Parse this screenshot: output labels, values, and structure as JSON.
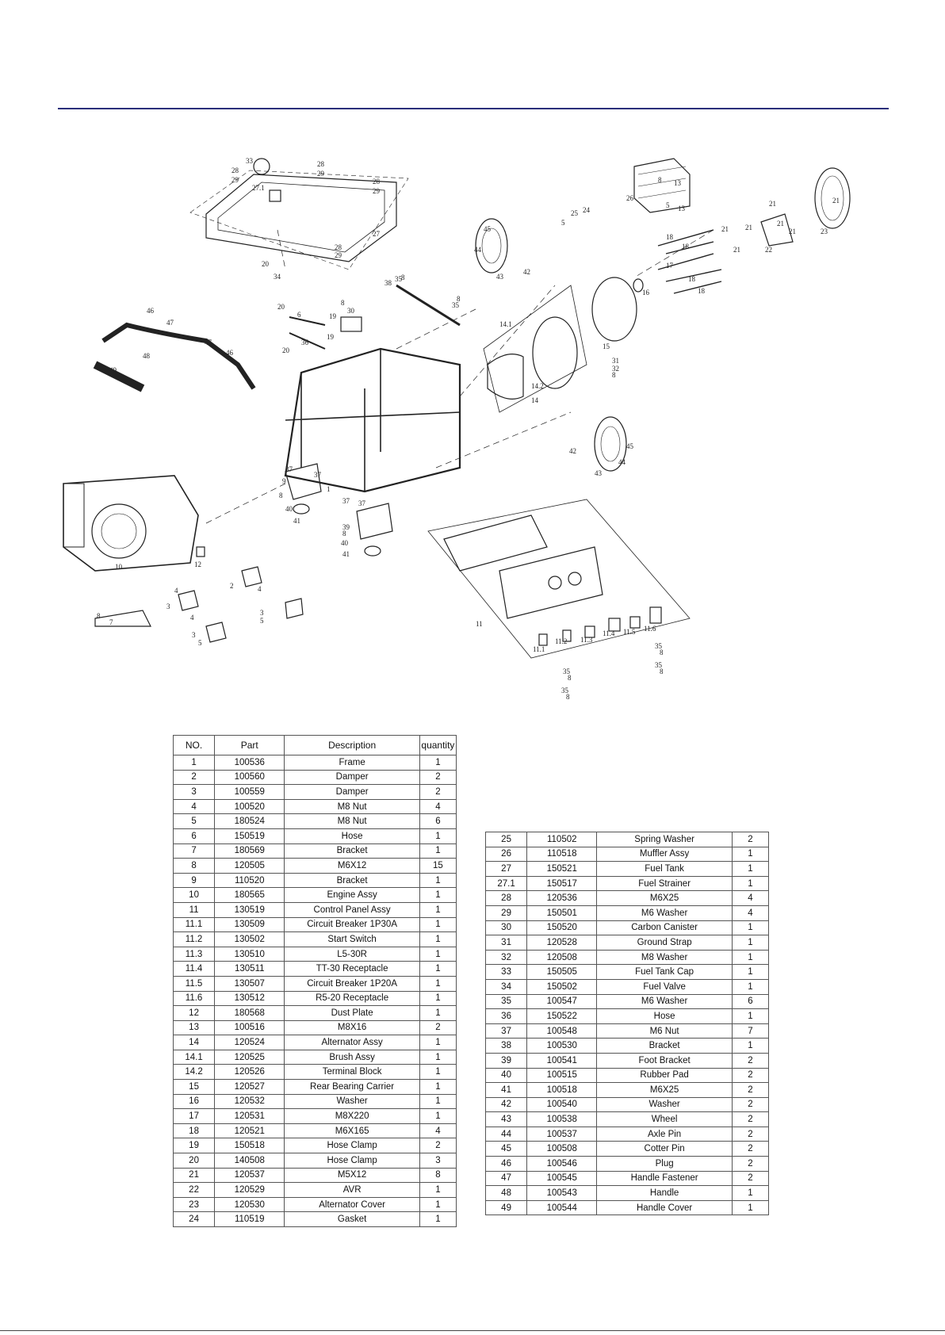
{
  "table_left": {
    "headers": [
      "NO.",
      "Part",
      "Description",
      "quantity"
    ],
    "rows": [
      [
        "1",
        "100536",
        "Frame",
        "1"
      ],
      [
        "2",
        "100560",
        "Damper",
        "2"
      ],
      [
        "3",
        "100559",
        "Damper",
        "2"
      ],
      [
        "4",
        "100520",
        "M8 Nut",
        "4"
      ],
      [
        "5",
        "180524",
        "M8 Nut",
        "6"
      ],
      [
        "6",
        "150519",
        "Hose",
        "1"
      ],
      [
        "7",
        "180569",
        "Bracket",
        "1"
      ],
      [
        "8",
        "120505",
        "M6X12",
        "15"
      ],
      [
        "9",
        "110520",
        "Bracket",
        "1"
      ],
      [
        "10",
        "180565",
        "Engine Assy",
        "1"
      ],
      [
        "11",
        "130519",
        "Control Panel Assy",
        "1"
      ],
      [
        "11.1",
        "130509",
        "Circuit Breaker 1P30A",
        "1"
      ],
      [
        "11.2",
        "130502",
        "Start Switch",
        "1"
      ],
      [
        "11.3",
        "130510",
        "L5-30R",
        "1"
      ],
      [
        "11.4",
        "130511",
        "TT-30 Receptacle",
        "1"
      ],
      [
        "11.5",
        "130507",
        "Circuit Breaker 1P20A",
        "1"
      ],
      [
        "11.6",
        "130512",
        "R5-20 Receptacle",
        "1"
      ],
      [
        "12",
        "180568",
        "Dust Plate",
        "1"
      ],
      [
        "13",
        "100516",
        "M8X16",
        "2"
      ],
      [
        "14",
        "120524",
        "Alternator Assy",
        "1"
      ],
      [
        "14.1",
        "120525",
        "Brush Assy",
        "1"
      ],
      [
        "14.2",
        "120526",
        "Terminal Block",
        "1"
      ],
      [
        "15",
        "120527",
        "Rear Bearing Carrier",
        "1"
      ],
      [
        "16",
        "120532",
        "Washer",
        "1"
      ],
      [
        "17",
        "120531",
        "M8X220",
        "1"
      ],
      [
        "18",
        "120521",
        "M6X165",
        "4"
      ],
      [
        "19",
        "150518",
        "Hose Clamp",
        "2"
      ],
      [
        "20",
        "140508",
        "Hose Clamp",
        "3"
      ],
      [
        "21",
        "120537",
        "M5X12",
        "8"
      ],
      [
        "22",
        "120529",
        "AVR",
        "1"
      ],
      [
        "23",
        "120530",
        "Alternator Cover",
        "1"
      ],
      [
        "24",
        "110519",
        "Gasket",
        "1"
      ]
    ]
  },
  "table_right": {
    "rows": [
      [
        "25",
        "110502",
        "Spring Washer",
        "2"
      ],
      [
        "26",
        "110518",
        "Muffler Assy",
        "1"
      ],
      [
        "27",
        "150521",
        "Fuel Tank",
        "1"
      ],
      [
        "27.1",
        "150517",
        "Fuel Strainer",
        "1"
      ],
      [
        "28",
        "120536",
        "M6X25",
        "4"
      ],
      [
        "29",
        "150501",
        "M6 Washer",
        "4"
      ],
      [
        "30",
        "150520",
        "Carbon Canister",
        "1"
      ],
      [
        "31",
        "120528",
        "Ground Strap",
        "1"
      ],
      [
        "32",
        "120508",
        "M8 Washer",
        "1"
      ],
      [
        "33",
        "150505",
        "Fuel Tank Cap",
        "1"
      ],
      [
        "34",
        "150502",
        "Fuel Valve",
        "1"
      ],
      [
        "35",
        "100547",
        "M6 Washer",
        "6"
      ],
      [
        "36",
        "150522",
        "Hose",
        "1"
      ],
      [
        "37",
        "100548",
        "M6 Nut",
        "7"
      ],
      [
        "38",
        "100530",
        "Bracket",
        "1"
      ],
      [
        "39",
        "100541",
        "Foot Bracket",
        "2"
      ],
      [
        "40",
        "100515",
        "Rubber Pad",
        "2"
      ],
      [
        "41",
        "100518",
        "M6X25",
        "2"
      ],
      [
        "42",
        "100540",
        "Washer",
        "2"
      ],
      [
        "43",
        "100538",
        "Wheel",
        "2"
      ],
      [
        "44",
        "100537",
        "Axle Pin",
        "2"
      ],
      [
        "45",
        "100508",
        "Cotter Pin",
        "2"
      ],
      [
        "46",
        "100546",
        "Plug",
        "2"
      ],
      [
        "47",
        "100545",
        "Handle Fastener",
        "2"
      ],
      [
        "48",
        "100543",
        "Handle",
        "1"
      ],
      [
        "49",
        "100544",
        "Handle Cover",
        "1"
      ]
    ]
  },
  "diagram_labels": [
    "33",
    "28",
    "29",
    "27.1",
    "27",
    "28",
    "29",
    "28",
    "29",
    "20",
    "34",
    "46",
    "47",
    "48",
    "49",
    "47",
    "46",
    "20",
    "6",
    "19",
    "36",
    "8",
    "30",
    "38",
    "8",
    "35",
    "8",
    "45",
    "44",
    "43",
    "42",
    "26",
    "24",
    "25",
    "5",
    "13",
    "13",
    "21",
    "21",
    "23",
    "21",
    "21",
    "22",
    "21",
    "18",
    "18",
    "17",
    "16",
    "15",
    "14.1",
    "14.2",
    "14",
    "31",
    "32",
    "8",
    "42",
    "43",
    "44",
    "45",
    "1",
    "37",
    "9",
    "37",
    "8",
    "40",
    "41",
    "37",
    "39",
    "40",
    "41",
    "10",
    "12",
    "7",
    "4",
    "2",
    "3",
    "4",
    "5",
    "4",
    "3",
    "5",
    "11",
    "11.1",
    "11.2",
    "11.3",
    "11.4",
    "11.5",
    "11.6",
    "35",
    "8",
    "35",
    "8",
    "35",
    "8",
    "35",
    "8"
  ]
}
